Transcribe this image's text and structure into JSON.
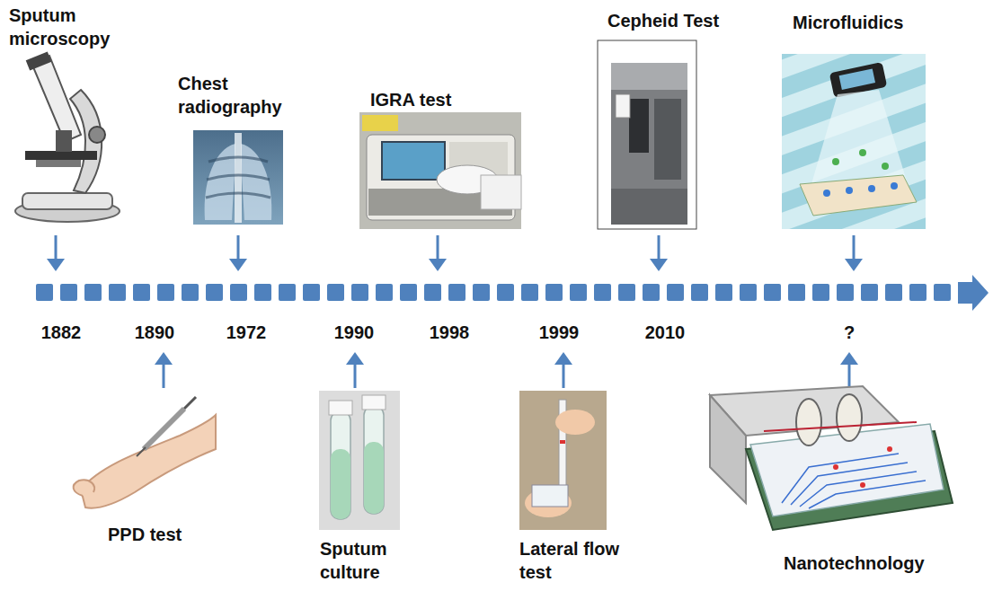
{
  "diagram": {
    "labels": [
      "Sputum microscopy",
      "Chest radiography",
      "IGRA test",
      "Cepheid Test",
      "Microfluidics",
      "1882",
      "1890",
      "1972",
      "1990",
      "1998",
      "1999",
      "2010",
      "?",
      "PPD test",
      "Sputum culture",
      "Lateral flow test",
      "Nanotechnology"
    ]
  }
}
